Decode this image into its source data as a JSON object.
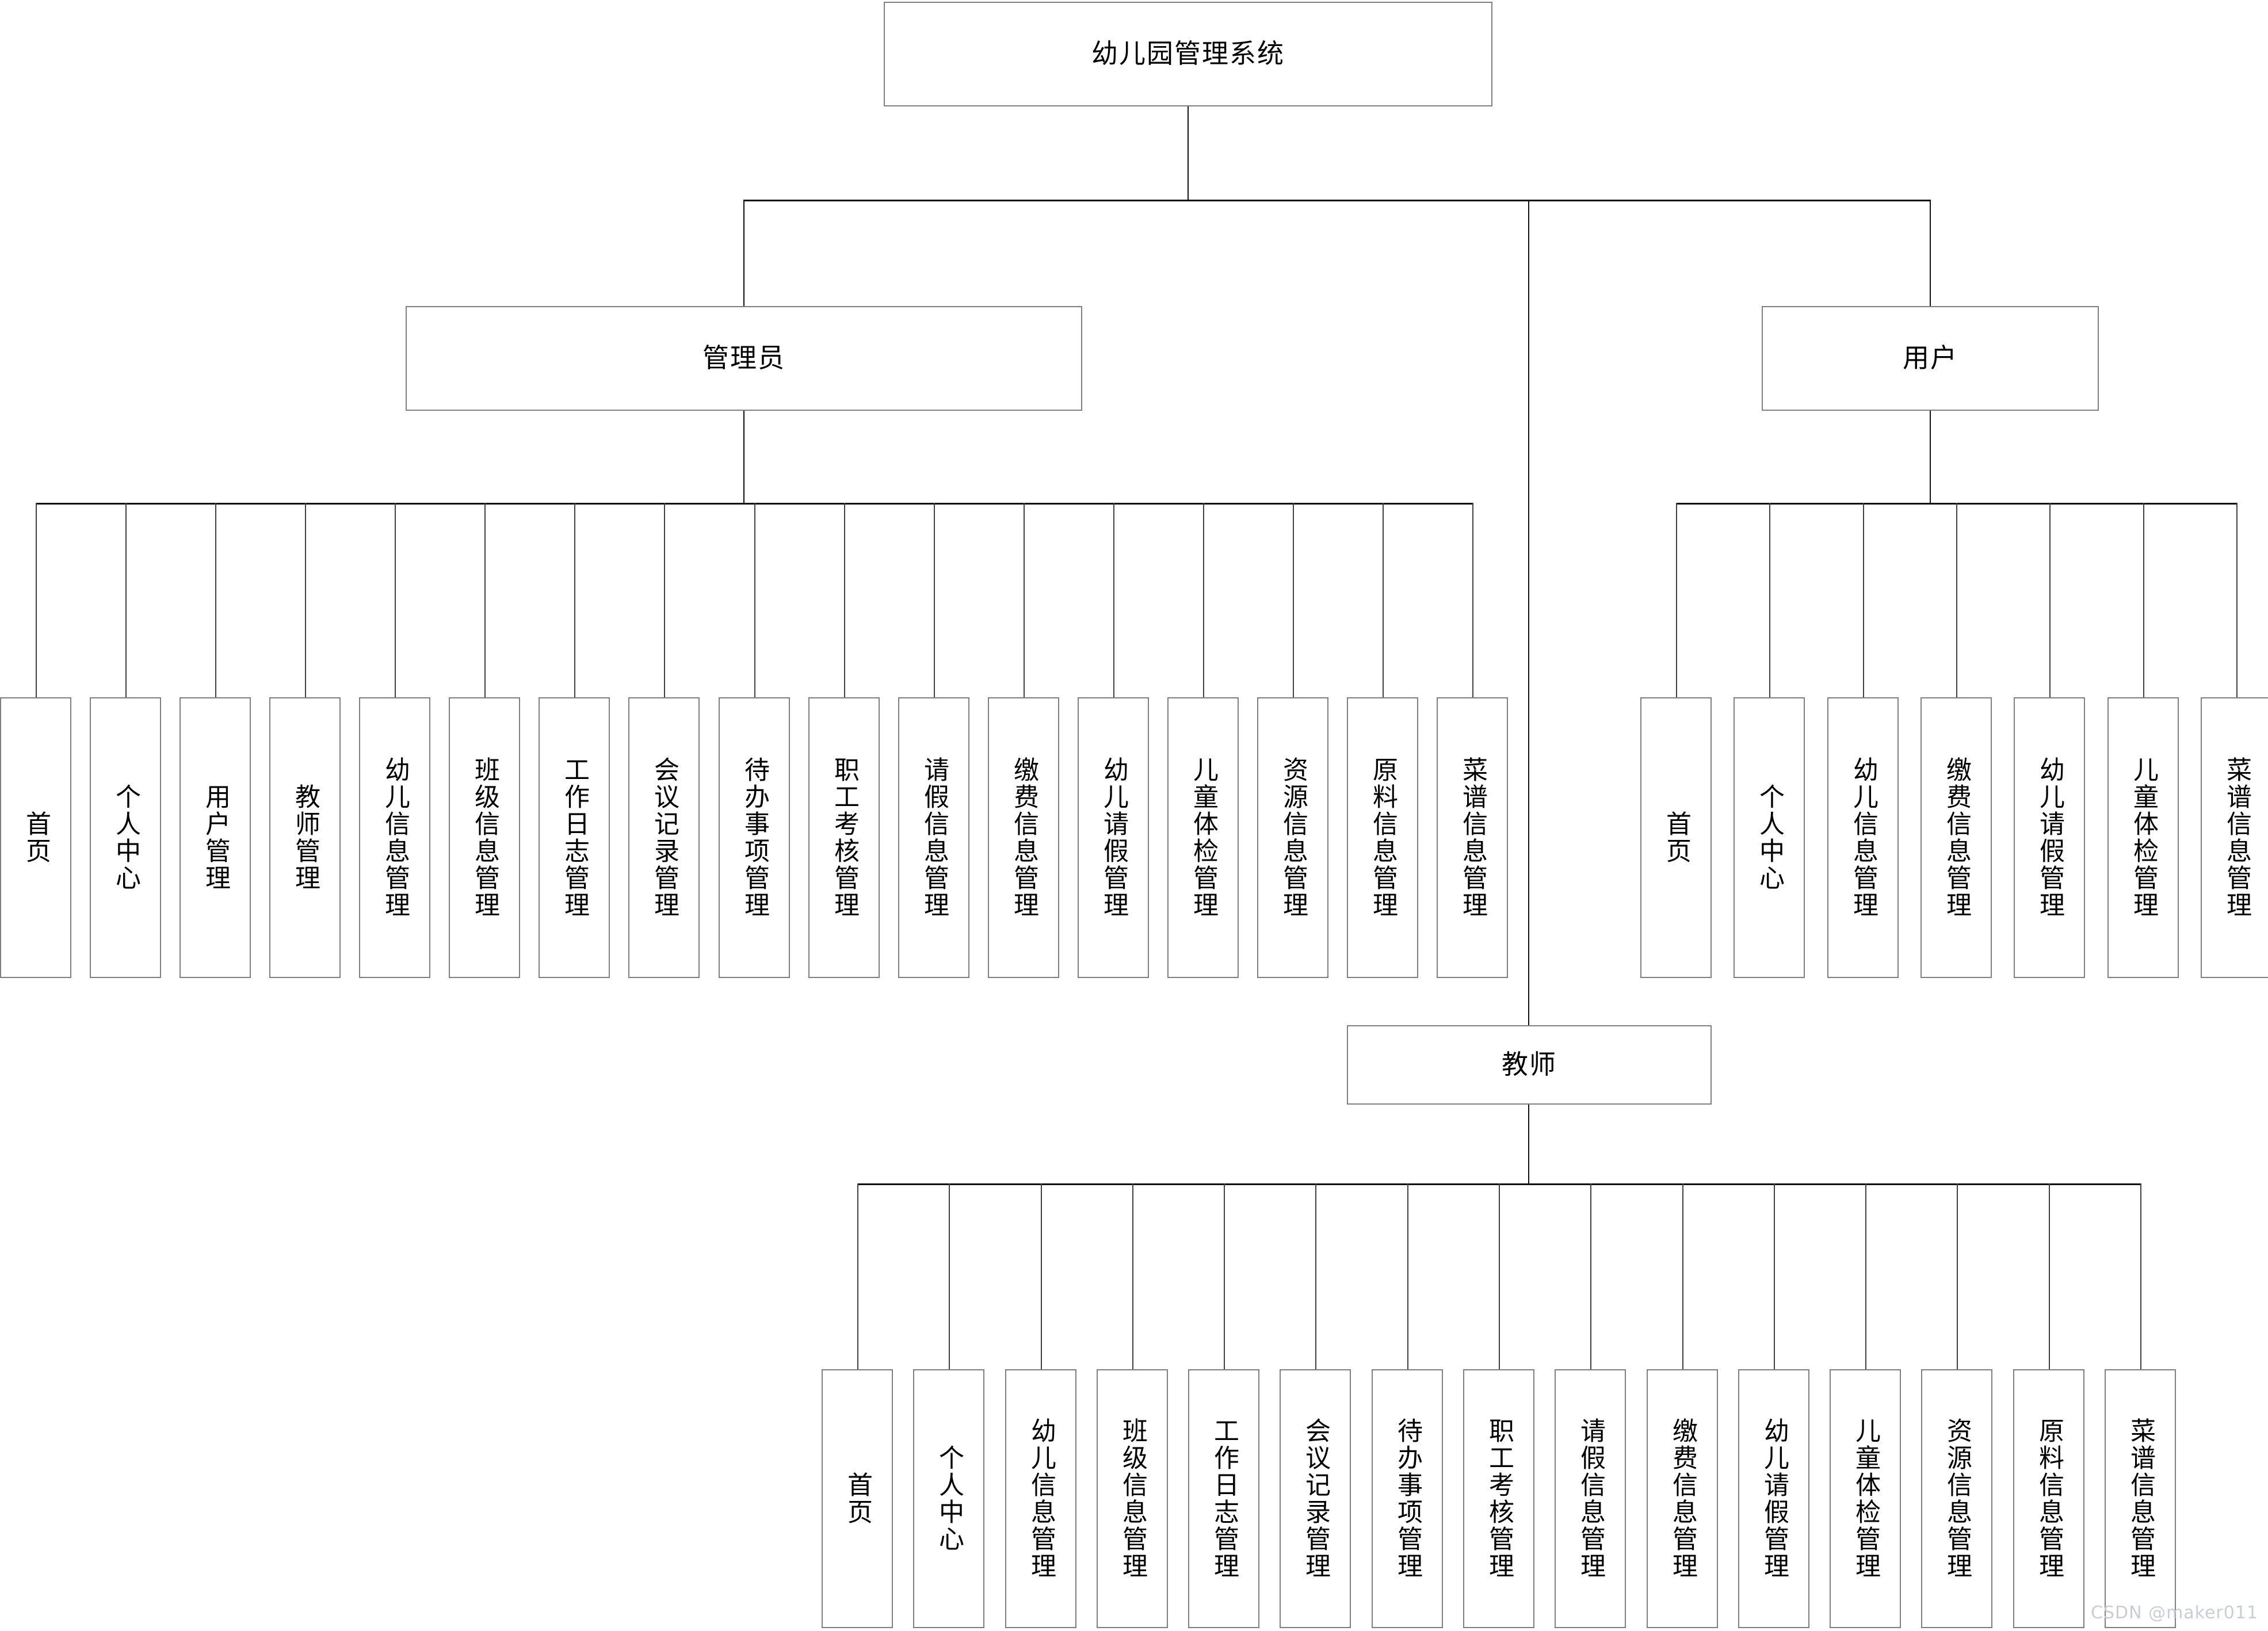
{
  "diagram": {
    "type": "tree",
    "title": "幼儿园管理系统",
    "watermark": "CSDN @maker011",
    "levels": {
      "root": "幼儿园管理系统",
      "roles": [
        "管理员",
        "用户",
        "教师"
      ]
    }
  },
  "root": {
    "label": "幼儿园管理系统"
  },
  "admin": {
    "label": "管理员",
    "children": [
      {
        "label": "首页"
      },
      {
        "label": "个人中心"
      },
      {
        "label": "用户管理"
      },
      {
        "label": "教师管理"
      },
      {
        "label": "幼儿信息管理"
      },
      {
        "label": "班级信息管理"
      },
      {
        "label": "工作日志管理"
      },
      {
        "label": "会议记录管理"
      },
      {
        "label": "待办事项管理"
      },
      {
        "label": "职工考核管理"
      },
      {
        "label": "请假信息管理"
      },
      {
        "label": "缴费信息管理"
      },
      {
        "label": "幼儿请假管理"
      },
      {
        "label": "儿童体检管理"
      },
      {
        "label": "资源信息管理"
      },
      {
        "label": "原料信息管理"
      },
      {
        "label": "菜谱信息管理"
      }
    ]
  },
  "user": {
    "label": "用户",
    "children": [
      {
        "label": "首页"
      },
      {
        "label": "个人中心"
      },
      {
        "label": "幼儿信息管理"
      },
      {
        "label": "缴费信息管理"
      },
      {
        "label": "幼儿请假管理"
      },
      {
        "label": "儿童体检管理"
      },
      {
        "label": "菜谱信息管理"
      }
    ]
  },
  "teacher": {
    "label": "教师",
    "children": [
      {
        "label": "首页"
      },
      {
        "label": "个人中心"
      },
      {
        "label": "幼儿信息管理"
      },
      {
        "label": "班级信息管理"
      },
      {
        "label": "工作日志管理"
      },
      {
        "label": "会议记录管理"
      },
      {
        "label": "待办事项管理"
      },
      {
        "label": "职工考核管理"
      },
      {
        "label": "请假信息管理"
      },
      {
        "label": "缴费信息管理"
      },
      {
        "label": "幼儿请假管理"
      },
      {
        "label": "儿童体检管理"
      },
      {
        "label": "资源信息管理"
      },
      {
        "label": "原料信息管理"
      },
      {
        "label": "菜谱信息管理"
      }
    ]
  },
  "colors": {
    "box_border": "#7f7f7f",
    "connector": "#404040",
    "text": "#000000",
    "background": "#ffffff",
    "watermark": "#c9cdd4"
  }
}
